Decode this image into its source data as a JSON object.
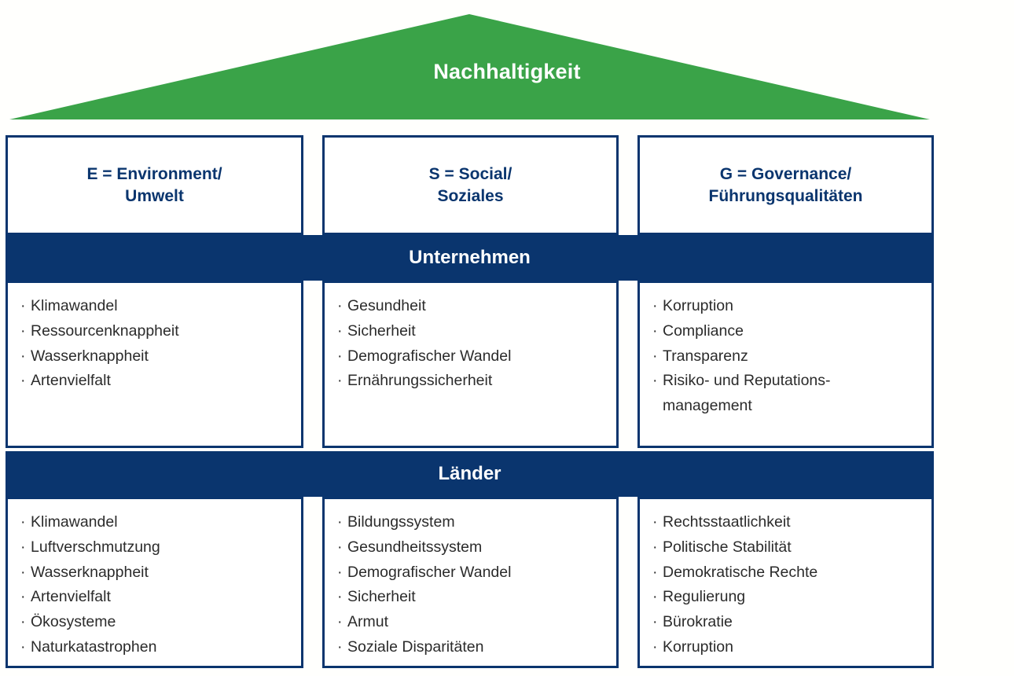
{
  "diagram": {
    "type": "esg-house-framework",
    "colors": {
      "roof_green": "#3aa348",
      "navy": "#0a356e",
      "text_dark": "#2b2b2b",
      "background": "#fffffd",
      "white": "#ffffff"
    },
    "roof": {
      "label": "Nachhaltigkeit",
      "shape": "triangle"
    },
    "columns": [
      {
        "key": "E",
        "header_line1": "E = Environment/",
        "header_line2": "Umwelt"
      },
      {
        "key": "S",
        "header_line1": "S = Social/",
        "header_line2": "Soziales"
      },
      {
        "key": "G",
        "header_line1": "G = Governance/",
        "header_line2": "Führungsqualitäten"
      }
    ],
    "sections": [
      {
        "band_label": "Unternehmen",
        "lists": [
          [
            "Klimawandel",
            "Ressourcenknappheit",
            "Wasserknappheit",
            "Artenvielfalt"
          ],
          [
            "Gesundheit",
            "Sicherheit",
            "Demografischer Wandel",
            "Ernährungssicherheit"
          ],
          [
            "Korruption",
            "Compliance",
            "Transparenz",
            "Risiko- und Reputations-\nmanagement"
          ]
        ]
      },
      {
        "band_label": "Länder",
        "lists": [
          [
            "Klimawandel",
            "Luftverschmutzung",
            "Wasserknappheit",
            "Artenvielfalt",
            "Ökosysteme",
            "Naturkatastrophen"
          ],
          [
            "Bildungssystem",
            "Gesundheitssystem",
            "Demografischer Wandel",
            "Sicherheit",
            "Armut",
            "Soziale Disparitäten"
          ],
          [
            "Rechtsstaatlichkeit",
            "Politische Stabilität",
            "Demokratische Rechte",
            "Regulierung",
            "Bürokratie",
            "Korruption"
          ]
        ]
      }
    ],
    "bullet_glyph": "·"
  }
}
